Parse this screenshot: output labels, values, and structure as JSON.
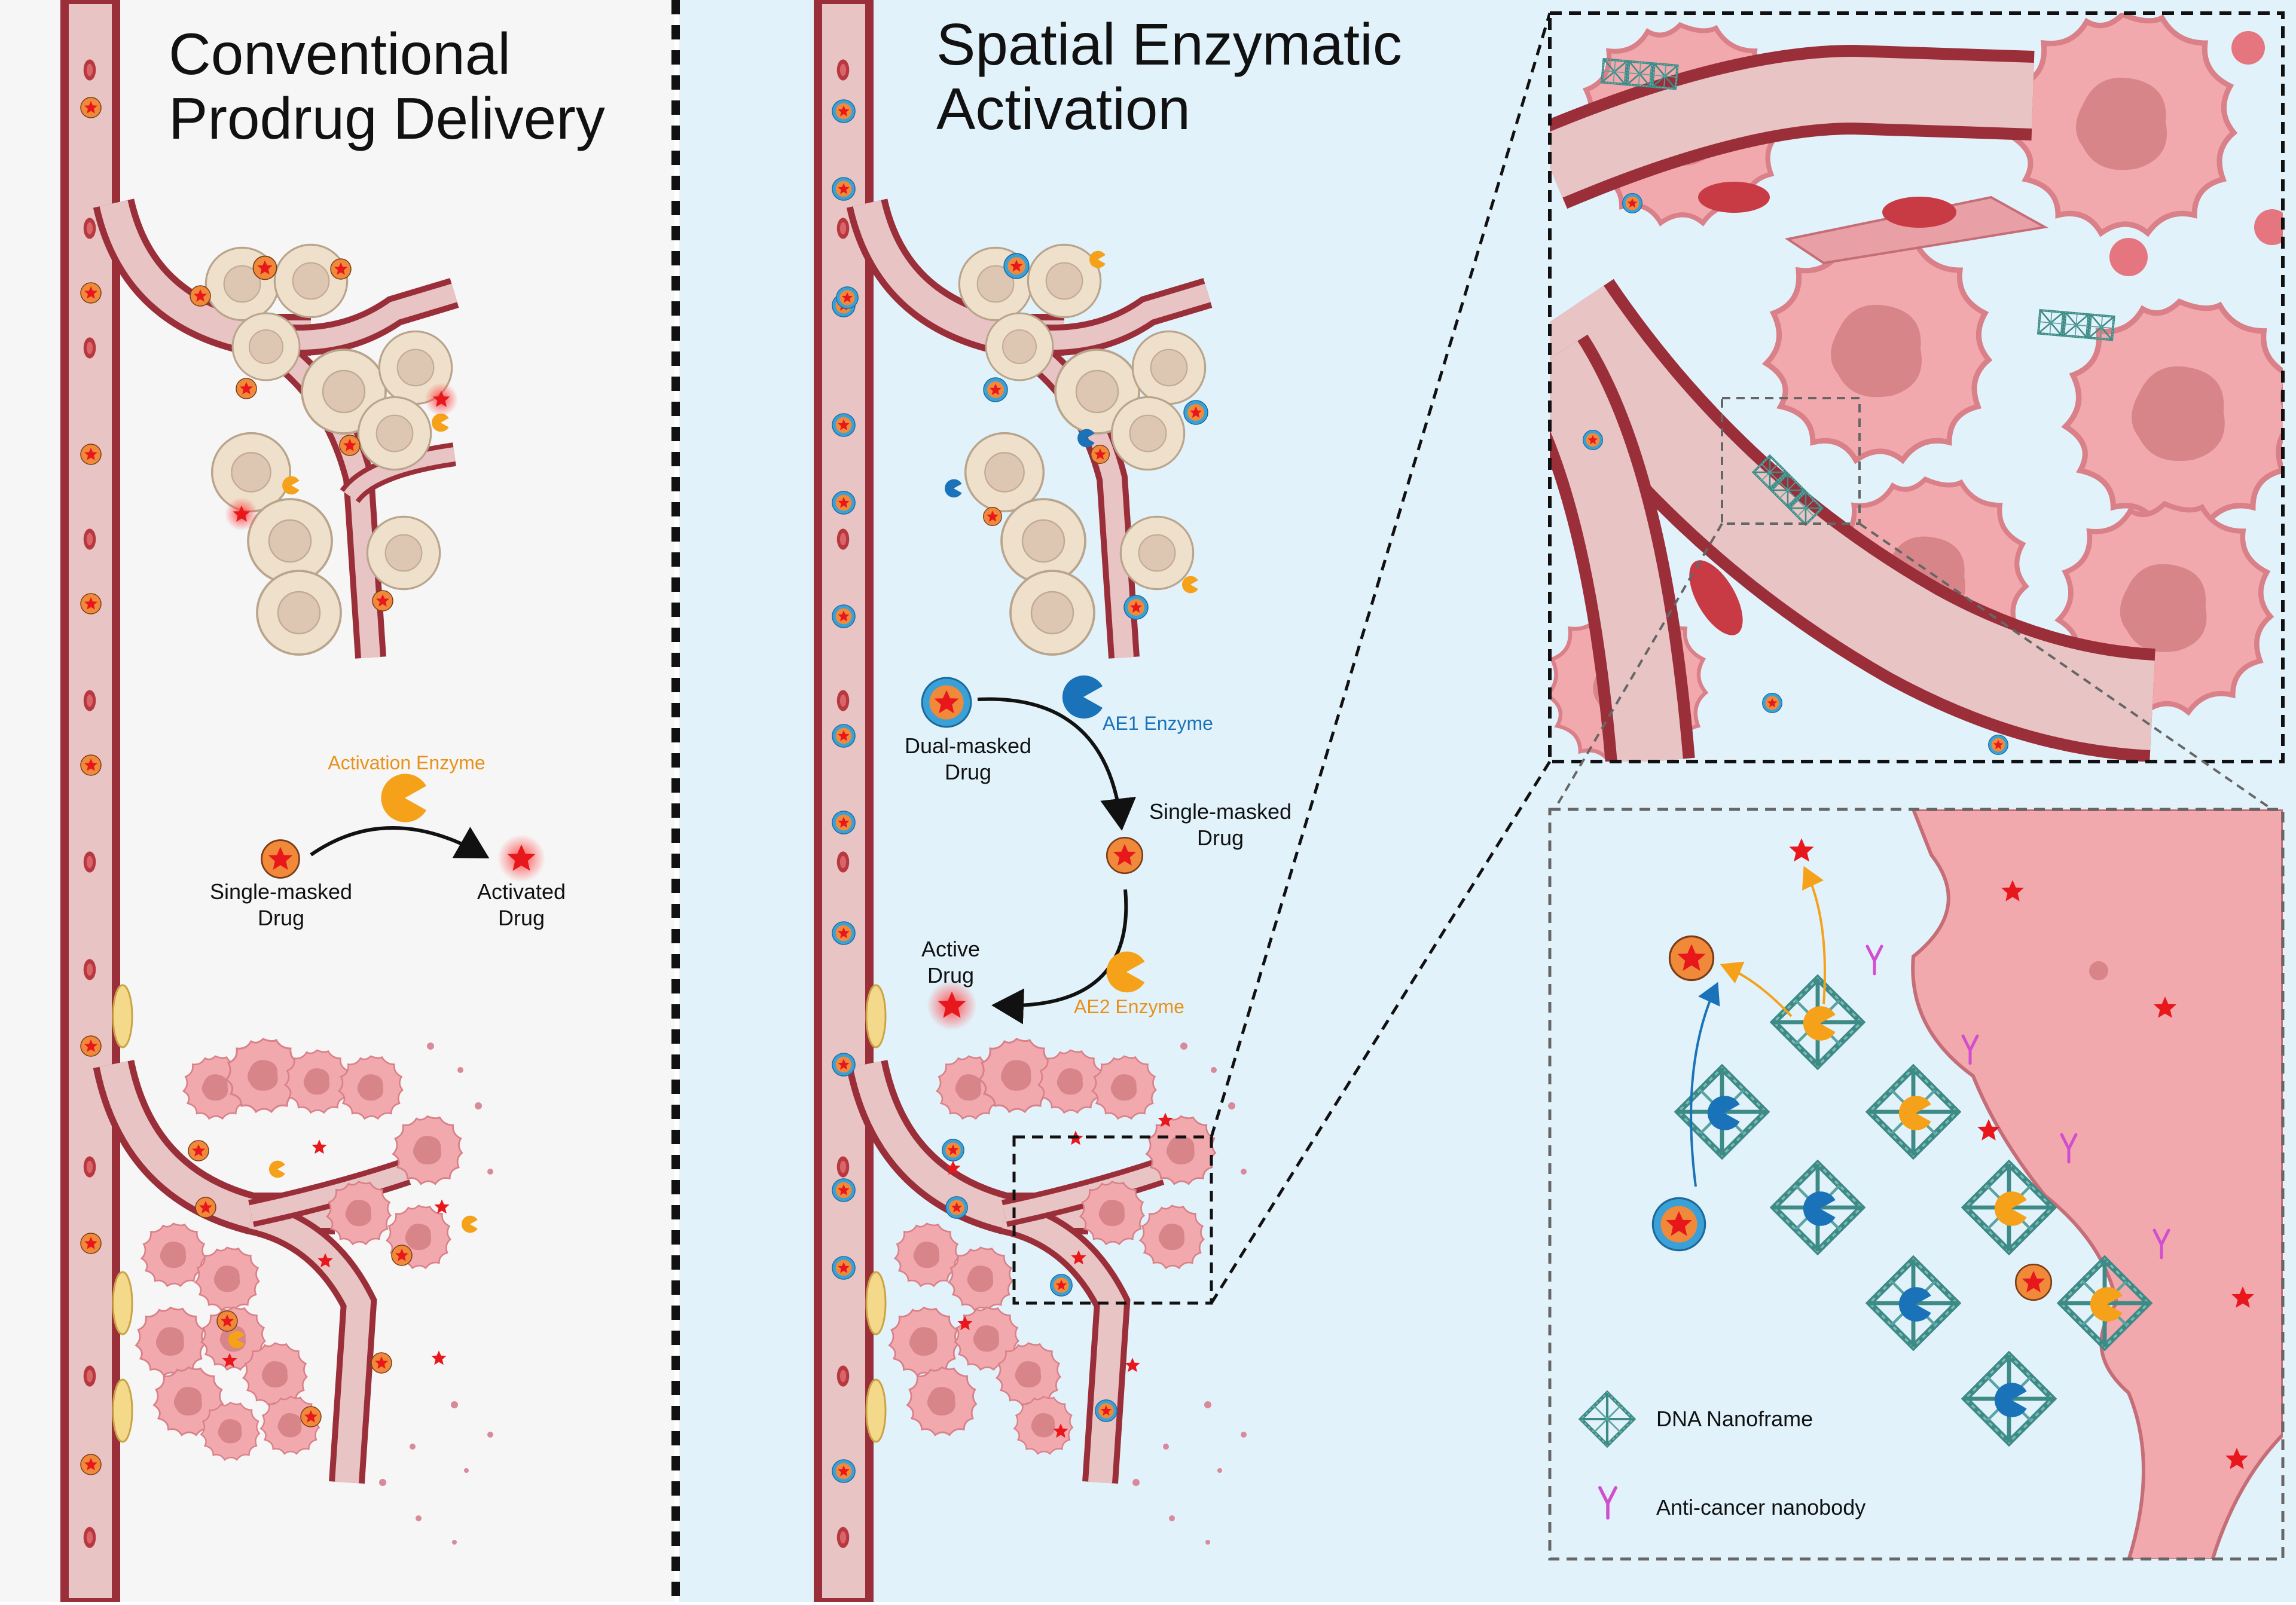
{
  "colors": {
    "left_background": "#f6f6f6",
    "right_background": "#e2f2fb",
    "vessel_wall": "#9a2f3a",
    "vessel_lumen": "#e8c4c4",
    "drug_star": "#e8171c",
    "drug_core": "#f08a3a",
    "dual_mask_ring": "#3aa0d8",
    "enzyme_ae1": "#1a73b8",
    "enzyme_ae2": "#f5a11a",
    "nanoframe": "#3e8a86",
    "nanobody": "#d14fcf",
    "healthy_cell": "#efe0cc",
    "tumor_cell": "#f2a9ad"
  },
  "left_panel": {
    "title": "Conventional\nProdrug Delivery",
    "enzyme_label": "Activation Enzyme",
    "single_masked_label": "Single-masked\nDrug",
    "activated_label": "Activated\nDrug"
  },
  "right_panel": {
    "title": "Spatial Enzymatic\nActivation",
    "dual_masked_label": "Dual-masked\nDrug",
    "ae1_label": "AE1 Enzyme",
    "single_masked_label": "Single-masked\nDrug",
    "active_label": "Active\nDrug",
    "ae2_label": "AE2 Enzyme"
  },
  "legend": {
    "nanoframe_label": "DNA Nanoframe",
    "nanobody_label": "Anti-cancer nanobody"
  },
  "icons": [
    "star-drug-icon",
    "dual-masked-drug-icon",
    "ae1-enzyme-icon",
    "ae2-enzyme-icon",
    "dna-nanoframe-icon",
    "nanobody-icon",
    "red-blood-cell-icon"
  ]
}
